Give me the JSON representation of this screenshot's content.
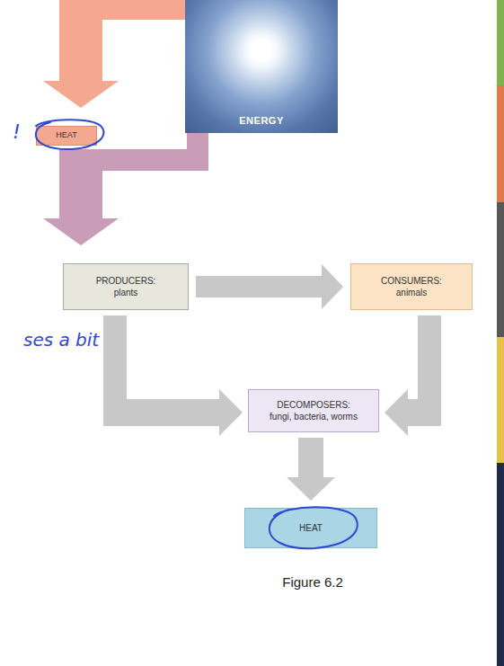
{
  "diagram": {
    "caption": "Figure 6.2",
    "nodes": [
      {
        "text": [
          "ENERGY"
        ]
      },
      {
        "text": [
          "HEAT"
        ]
      },
      {
        "text": [
          "PRODUCERS:",
          "plants"
        ]
      },
      {
        "text": [
          "CONSUMERS:",
          "animals"
        ]
      },
      {
        "text": [
          "DECOMPOSERS:",
          "fungi, bacteria, worms"
        ]
      },
      {
        "text": [
          "HEAT"
        ]
      }
    ],
    "edges": [
      {
        "from": 0,
        "to": 1,
        "arrow": "to"
      },
      {
        "from": 0,
        "to": 2,
        "arrow": "to"
      },
      {
        "from": 2,
        "to": 3,
        "arrow": "to"
      },
      {
        "from": 2,
        "to": 4,
        "arrow": "to"
      },
      {
        "from": 3,
        "to": 4,
        "arrow": "to"
      },
      {
        "from": 4,
        "to": 5,
        "arrow": "to"
      }
    ],
    "labels": [
      "!",
      "ses a bit"
    ]
  }
}
